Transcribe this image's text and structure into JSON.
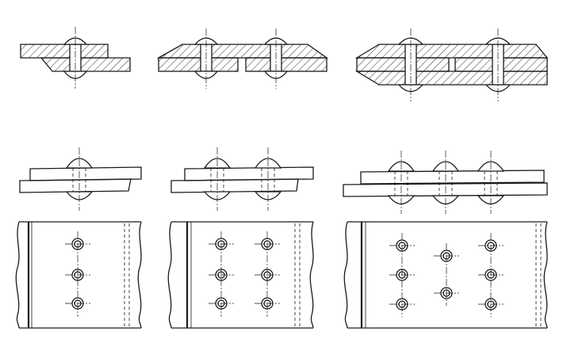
{
  "figure": {
    "description_count": 3,
    "rows": [
      "section",
      "elevation",
      "plan"
    ],
    "columns": [
      {
        "joint": "lap-single-rivet",
        "rivet_rows": 1,
        "holes_per_row": 3,
        "pattern": "chain"
      },
      {
        "joint": "butt-single-cover-two-rows",
        "rivet_rows": 2,
        "holes_per_row": 3,
        "pattern": "chain"
      },
      {
        "joint": "butt-double-cover-zigzag",
        "rivet_rows": 3,
        "holes_per_row": [
          3,
          2,
          3
        ],
        "pattern": "zigzag"
      }
    ],
    "colors": {
      "ink": "#1a1a1a",
      "paper": "#ffffff"
    }
  }
}
